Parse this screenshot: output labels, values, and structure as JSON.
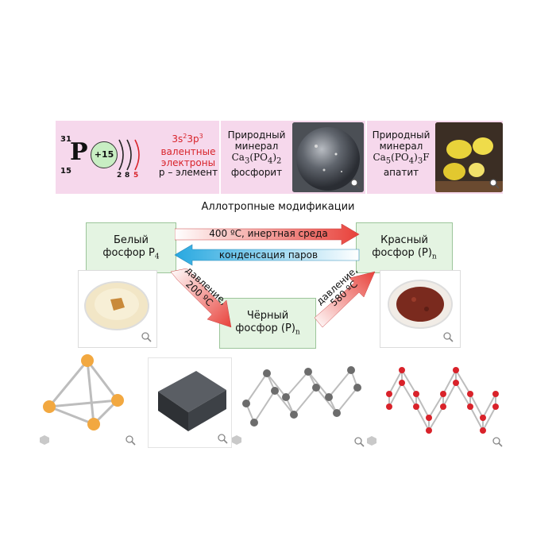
{
  "atom": {
    "mass_number": "31",
    "atomic_number": "15",
    "symbol": "P",
    "charge": "+15",
    "shells": [
      "2",
      "8",
      "5"
    ],
    "config_base": "3s",
    "config_s": "2",
    "config_p_base": "3p",
    "config_p": "3",
    "valence_line1": "валентные",
    "valence_line2": "электроны",
    "element_type": "p – элемент"
  },
  "minerals": [
    {
      "line1": "Природный",
      "line2": "минерал",
      "formula_html": "Ca<sub>3</sub>(PO<sub>4</sub>)<sub>2</sub>",
      "name": "фосфорит"
    },
    {
      "line1": "Природный",
      "line2": "минерал",
      "formula_html": "Ca<sub>5</sub>(PO<sub>4</sub>)<sub>3</sub>F",
      "name": "апатит"
    }
  ],
  "diagram": {
    "title": "Аллотропные модификации",
    "white": {
      "line1": "Белый",
      "line2": "фосфор P",
      "sub": "4"
    },
    "red": {
      "line1": "Красный",
      "line2": "фосфор (P)",
      "sub": "n"
    },
    "black": {
      "line1": "Чёрный",
      "line2": "фосфор (P)",
      "sub": "n"
    },
    "arrow_right": "400 ºC, инертная среда",
    "arrow_left": "конденсация паров",
    "arrow_down_line1": "давление,",
    "arrow_down_line2": "200 ºC",
    "arrow_up_line1": "давление,",
    "arrow_up_line2": "580 ºC"
  },
  "colors": {
    "pink_strip": "#f6d8ec",
    "green_box": "#e4f4e2",
    "arrow_red": "#e8413a",
    "arrow_blue": "#27a8e0",
    "red_atom": "#d9222a",
    "white_atom": "#f2a840"
  }
}
